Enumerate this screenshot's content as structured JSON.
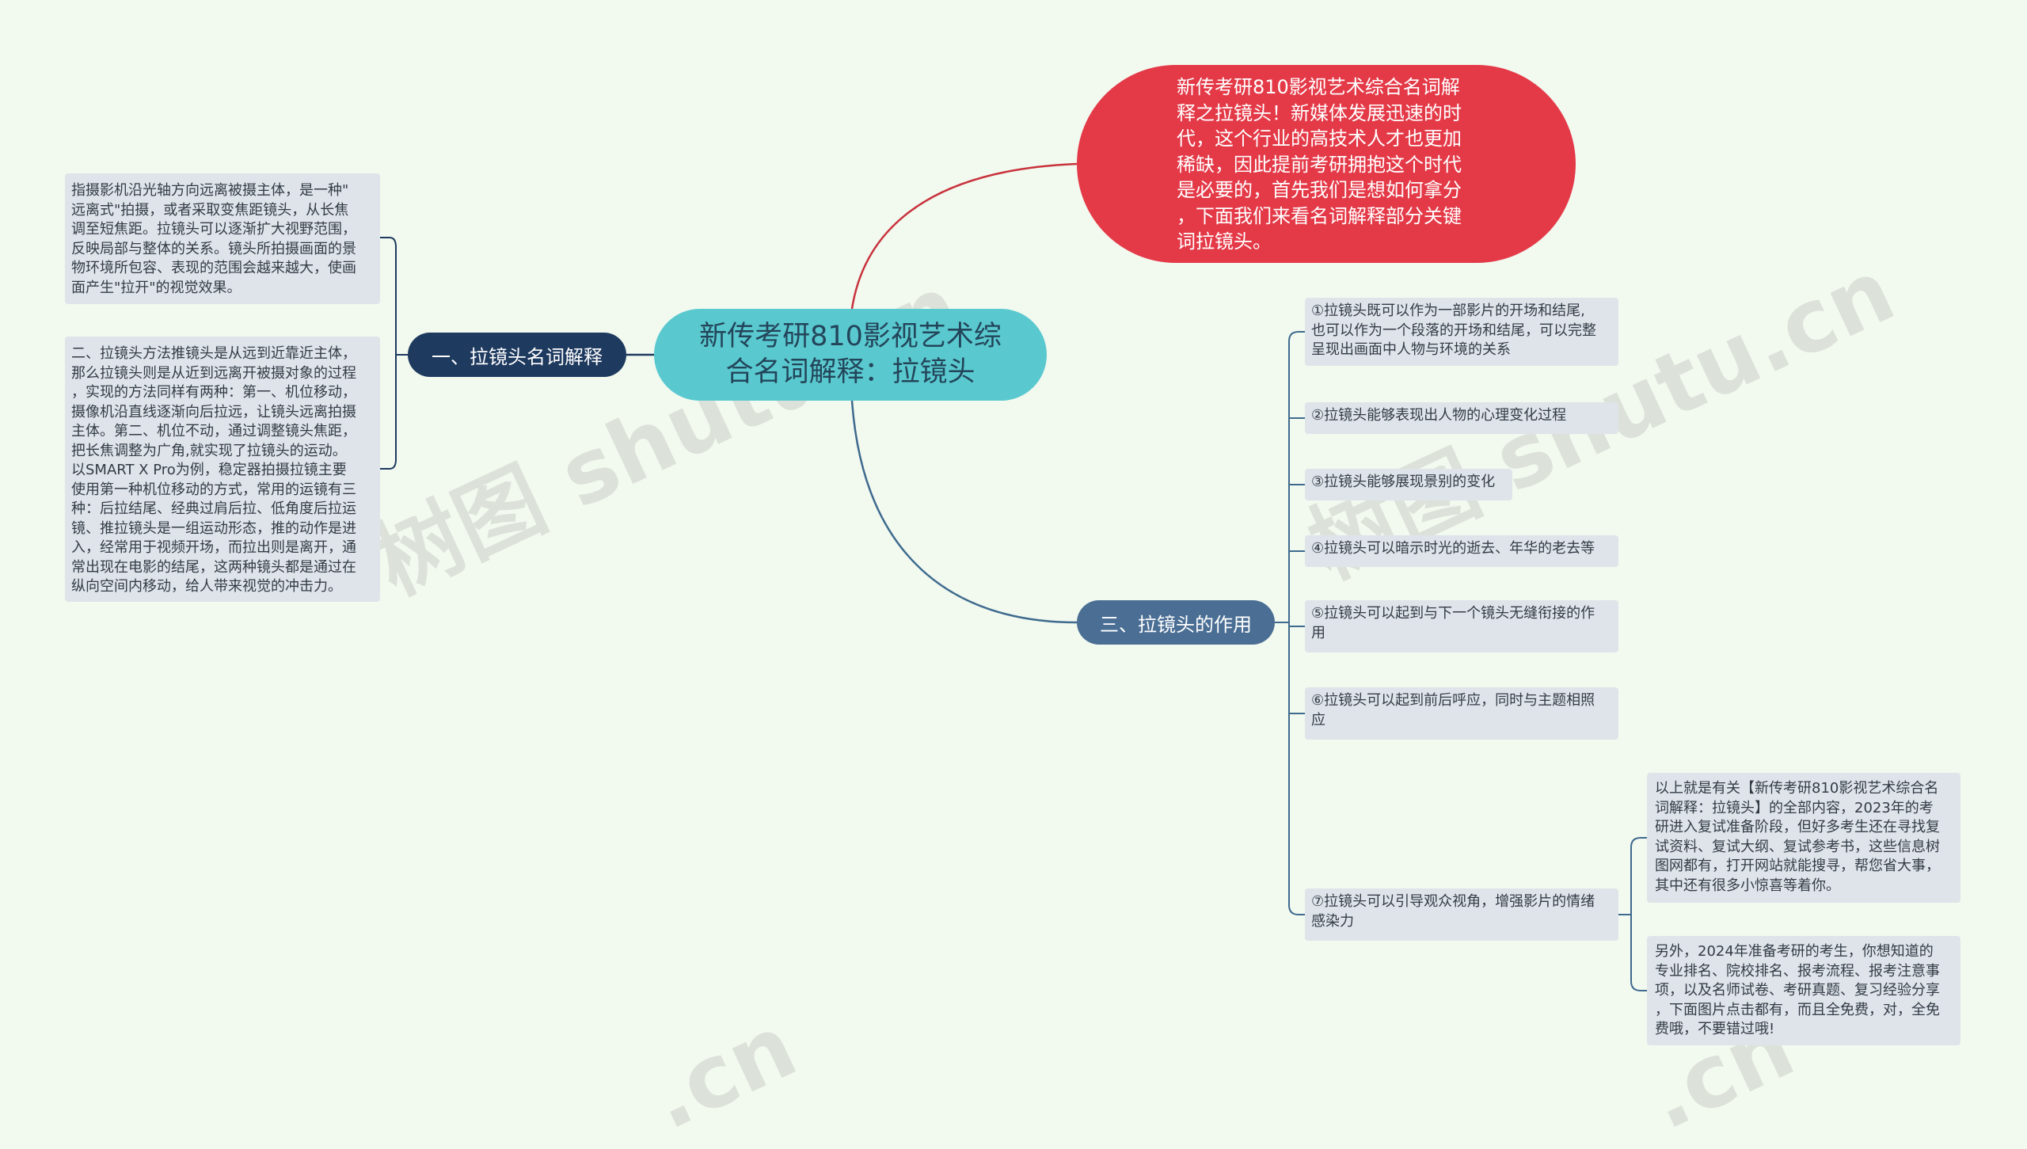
{
  "watermarks": [
    "树图 shutu.cn",
    "树图 shutu.cn",
    ".cn",
    ".cn"
  ],
  "colors": {
    "background": "#f2f9ef",
    "central": "#5ac9cf",
    "intro": "#e43a48",
    "branch_dark": "#1e3a5f",
    "branch_mid": "#4a6e94",
    "leaf": "#dfe4ea",
    "line_red": "#c8323c",
    "line_blue": "#3e6a8e"
  },
  "central": {
    "line1": "新传考研810影视艺术综",
    "line2": "合名词解释：拉镜头"
  },
  "intro": {
    "lines": [
      "新传考研810影视艺术综合名词解",
      "释之拉镜头！新媒体发展迅速的时",
      "代，这个行业的高技术人才也更加",
      "稀缺，因此提前考研拥抱这个时代",
      "是必要的，首先我们是想如何拿分",
      "，下面我们来看名词解释部分关键",
      "词拉镜头。"
    ]
  },
  "branches": {
    "definition": {
      "label": "一、拉镜头名词解释",
      "leaves": [
        {
          "lines": [
            "指摄影机沿光轴方向远离被摄主体，是一种\"",
            "远离式\"拍摄，或者采取变焦距镜头，从长焦",
            "调至短焦距。拉镜头可以逐渐扩大视野范围，",
            "反映局部与整体的关系。镜头所拍摄画面的景",
            "物环境所包容、表现的范围会越来越大，使画",
            "面产生\"拉开\"的视觉效果。"
          ]
        },
        {
          "lines": [
            "二、拉镜头方法推镜头是从远到近靠近主体，",
            "那么拉镜头则是从近到远离开被摄对象的过程",
            "，实现的方法同样有两种：第一、机位移动，",
            "摄像机沿直线逐渐向后拉远，让镜头远离拍摄",
            "主体。第二、机位不动，通过调整镜头焦距，",
            "把长焦调整为广角,就实现了拉镜头的运动。",
            "以SMART X Pro为例，稳定器拍摄拉镜主要",
            "使用第一种机位移动的方式，常用的运镜有三",
            "种：后拉结尾、经典过肩后拉、低角度后拉运",
            "镜、推拉镜头是一组运动形态，推的动作是进",
            "入，经常用于视频开场，而拉出则是离开，通",
            "常出现在电影的结尾，这两种镜头都是通过在",
            "纵向空间内移动，给人带来视觉的冲击力。"
          ]
        }
      ]
    },
    "effects": {
      "label": "三、拉镜头的作用",
      "items": [
        {
          "lines": [
            "①拉镜头既可以作为一部影片的开场和结尾,",
            "也可以作为一个段落的开场和结尾，可以完整",
            "呈现出画面中人物与环境的关系"
          ]
        },
        {
          "lines": [
            "②拉镜头能够表现出人物的心理变化过程"
          ]
        },
        {
          "lines": [
            "③拉镜头能够展现景别的变化"
          ]
        },
        {
          "lines": [
            "④拉镜头可以暗示时光的逝去、年华的老去等"
          ]
        },
        {
          "lines": [
            "⑤拉镜头可以起到与下一个镜头无缝衔接的作",
            "用"
          ]
        },
        {
          "lines": [
            "⑥拉镜头可以起到前后呼应，同时与主题相照",
            "应"
          ]
        },
        {
          "lines": [
            "⑦拉镜头可以引导观众视角，增强影片的情绪",
            "感染力"
          ]
        }
      ],
      "sub_notes": [
        {
          "lines": [
            "以上就是有关【新传考研810影视艺术综合名",
            "词解释：拉镜头】的全部内容，2023年的考",
            "研进入复试准备阶段，但好多考生还在寻找复",
            "试资料、复试大纲、复试参考书，这些信息树",
            "图网都有，打开网站就能搜寻，帮您省大事，",
            "其中还有很多小惊喜等着你。"
          ]
        },
        {
          "lines": [
            "另外，2024年准备考研的考生，你想知道的",
            "专业排名、院校排名、报考流程、报考注意事",
            "项，以及名师试卷、考研真题、复习经验分享",
            "，下面图片点击都有，而且全免费，对，全免",
            "费哦，不要错过哦!"
          ]
        }
      ]
    }
  }
}
